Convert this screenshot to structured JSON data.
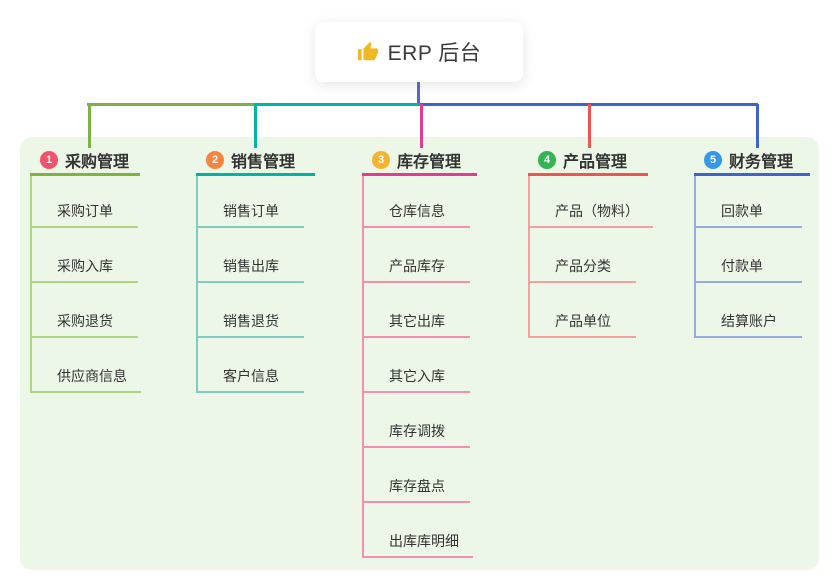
{
  "root": {
    "label": "ERP 后台",
    "icon": "thumbs-up"
  },
  "colors": {
    "page_background": "#ffffff",
    "panel_background": "#edf7e7",
    "root_connector": "#5767c5",
    "text": "#333333"
  },
  "branches": [
    {
      "number": "1",
      "label": "采购管理",
      "badge_color": "#f2526b",
      "line_color": "#7cb342",
      "child_line_color": "#aed581",
      "children": [
        "采购订单",
        "采购入库",
        "采购退货",
        "供应商信息"
      ]
    },
    {
      "number": "2",
      "label": "销售管理",
      "badge_color": "#f6833f",
      "line_color": "#00b3a4",
      "child_line_color": "#7fccc3",
      "children": [
        "销售订单",
        "销售出库",
        "销售退货",
        "客户信息"
      ]
    },
    {
      "number": "3",
      "label": "库存管理",
      "badge_color": "#f5b42d",
      "line_color": "#e43a93",
      "child_line_color": "#f48fb1",
      "children": [
        "仓库信息",
        "产品库存",
        "其它出库",
        "其它入库",
        "库存调拨",
        "库存盘点",
        "出库库明细"
      ]
    },
    {
      "number": "4",
      "label": "产品管理",
      "badge_color": "#32b552",
      "line_color": "#f05452",
      "child_line_color": "#f5a09e",
      "children": [
        "产品（物料）",
        "产品分类",
        "产品单位"
      ]
    },
    {
      "number": "5",
      "label": "财务管理",
      "badge_color": "#3498e8",
      "line_color": "#3f63c8",
      "child_line_color": "#94abe0",
      "children": [
        "回款单",
        "付款单",
        "结算账户"
      ]
    }
  ]
}
